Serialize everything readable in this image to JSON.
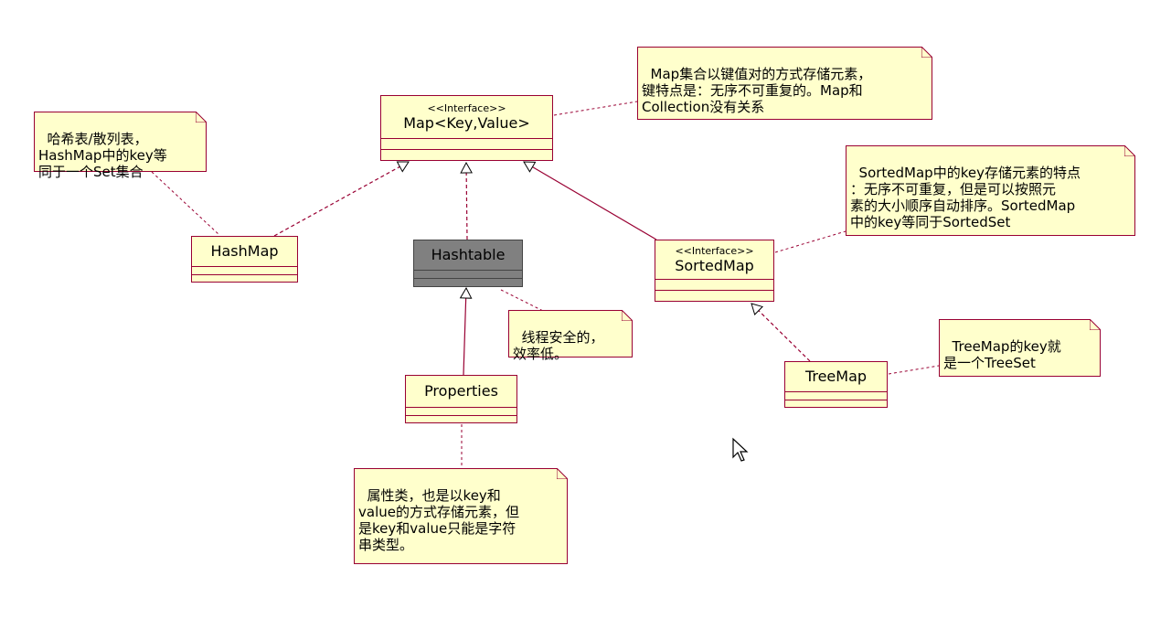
{
  "classes": {
    "map": {
      "stereotype": "<<Interface>>",
      "name": "Map<Key,Value>"
    },
    "hashmap": {
      "name": "HashMap"
    },
    "hashtable": {
      "name": "Hashtable"
    },
    "sortedmap": {
      "stereotype": "<<Interface>>",
      "name": "SortedMap"
    },
    "properties": {
      "name": "Properties"
    },
    "treemap": {
      "name": "TreeMap"
    }
  },
  "notes": {
    "map": "Map集合以键值对的方式存储元素，\n键特点是：无序不可重复的。Map和\nCollection没有关系",
    "hashmap": "哈希表/散列表，\nHashMap中的key等\n同于一个Set集合",
    "sortedmap": "SortedMap中的key存储元素的特点\n：无序不可重复，但是可以按照元\n素的大小顺序自动排序。SortedMap\n中的key等同于SortedSet",
    "hashtable": "线程安全的，\n效率低。",
    "treemap": "TreeMap的key就\n是一个TreeSet",
    "properties": "属性类，也是以key和\nvalue的方式存储元素，但\n是key和value只能是字符\n串类型。"
  },
  "colors": {
    "fill": "#ffffcc",
    "border": "#990033",
    "highlight": "#808080"
  }
}
